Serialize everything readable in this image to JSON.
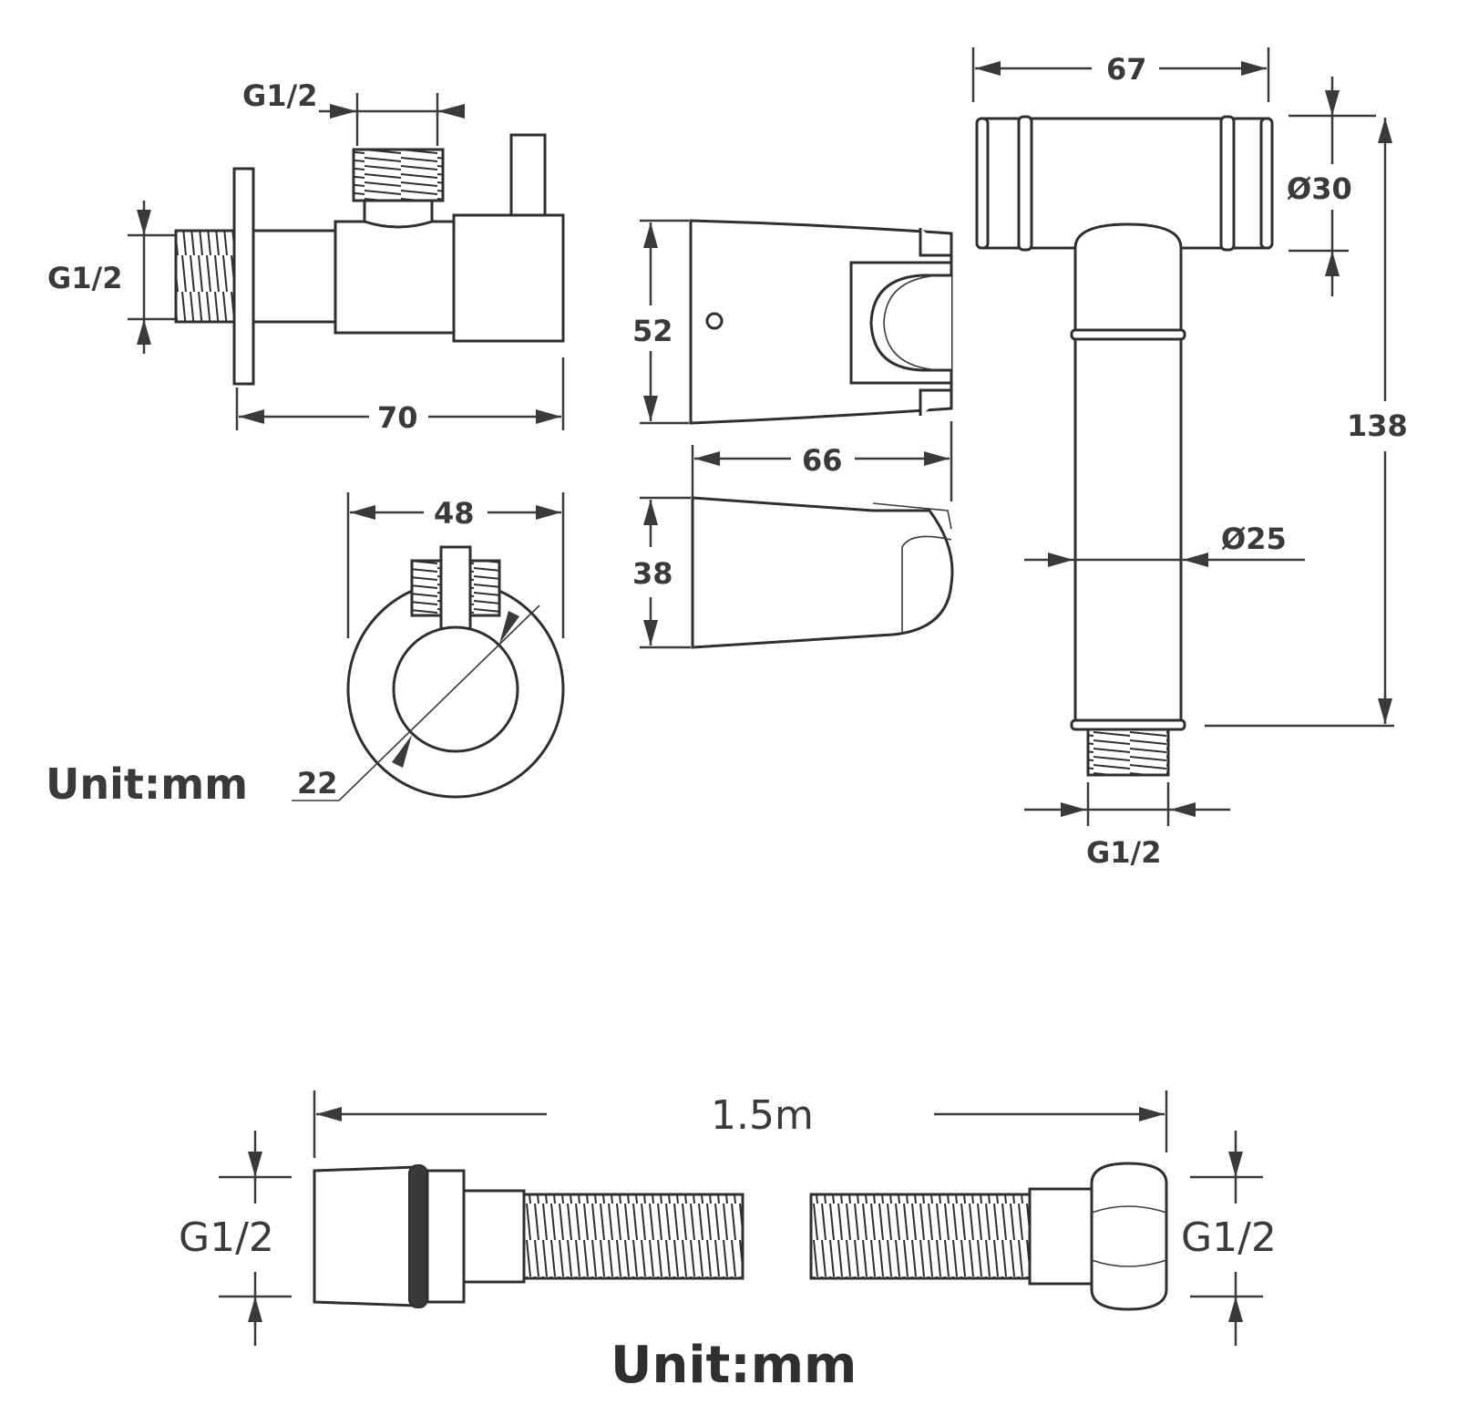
{
  "units": {
    "top": "Unit:mm",
    "bottom": "Unit:mm"
  },
  "angle_valve": {
    "thread_top": "G1/2",
    "thread_side": "G1/2",
    "length": "70",
    "width": "48",
    "inner_diameter": "22"
  },
  "holder": {
    "height": "52",
    "length": "66",
    "depth": "38"
  },
  "sprayer": {
    "head_length": "67",
    "head_diameter": "Ø30",
    "total_length": "138",
    "body_diameter": "Ø25",
    "thread": "G1/2"
  },
  "hose": {
    "length": "1.5m",
    "left_thread": "G1/2",
    "right_thread": "G1/2"
  }
}
